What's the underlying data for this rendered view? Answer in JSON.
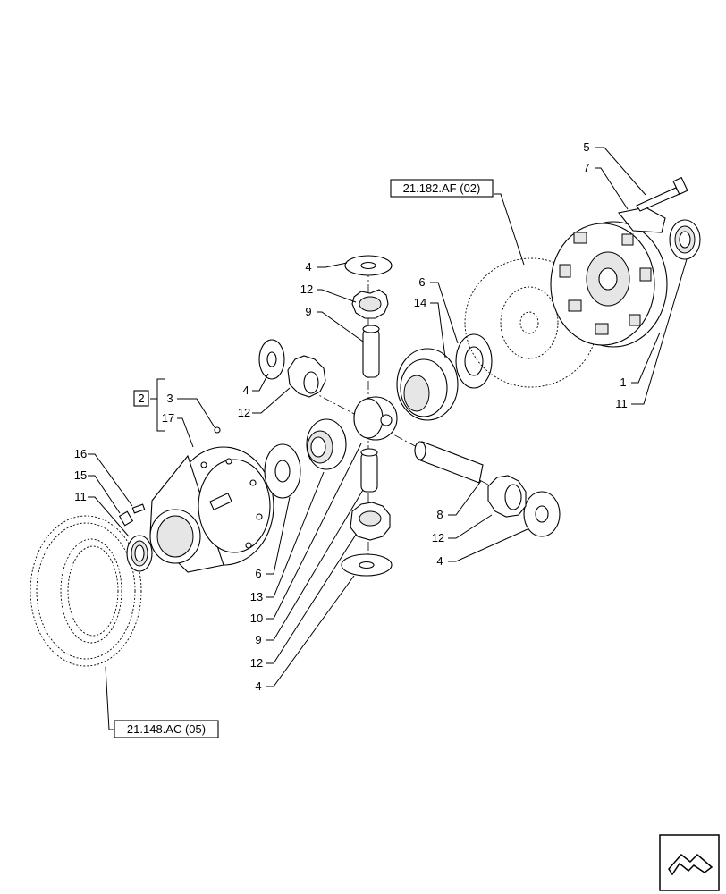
{
  "callouts": {
    "c3": "3",
    "c17": "17",
    "c2": "2",
    "c16": "16",
    "c15": "15",
    "c11a": "11",
    "c4a": "4",
    "c12a": "12",
    "c9a": "9",
    "c4b": "4",
    "c12b": "12",
    "c6a": "6",
    "c14": "14",
    "c5": "5",
    "c7": "7",
    "c1": "1",
    "c11b": "11",
    "c8": "8",
    "c12c": "12",
    "c4c": "4",
    "c6b": "6",
    "c13": "13",
    "c10": "10",
    "c9b": "9",
    "c12d": "12",
    "c4d": "4"
  },
  "references": {
    "brake_disc": "21.182.AF (02)",
    "ring_gear": "21.148.AC (05)"
  },
  "nav_icon": "next-page-arrow-icon"
}
